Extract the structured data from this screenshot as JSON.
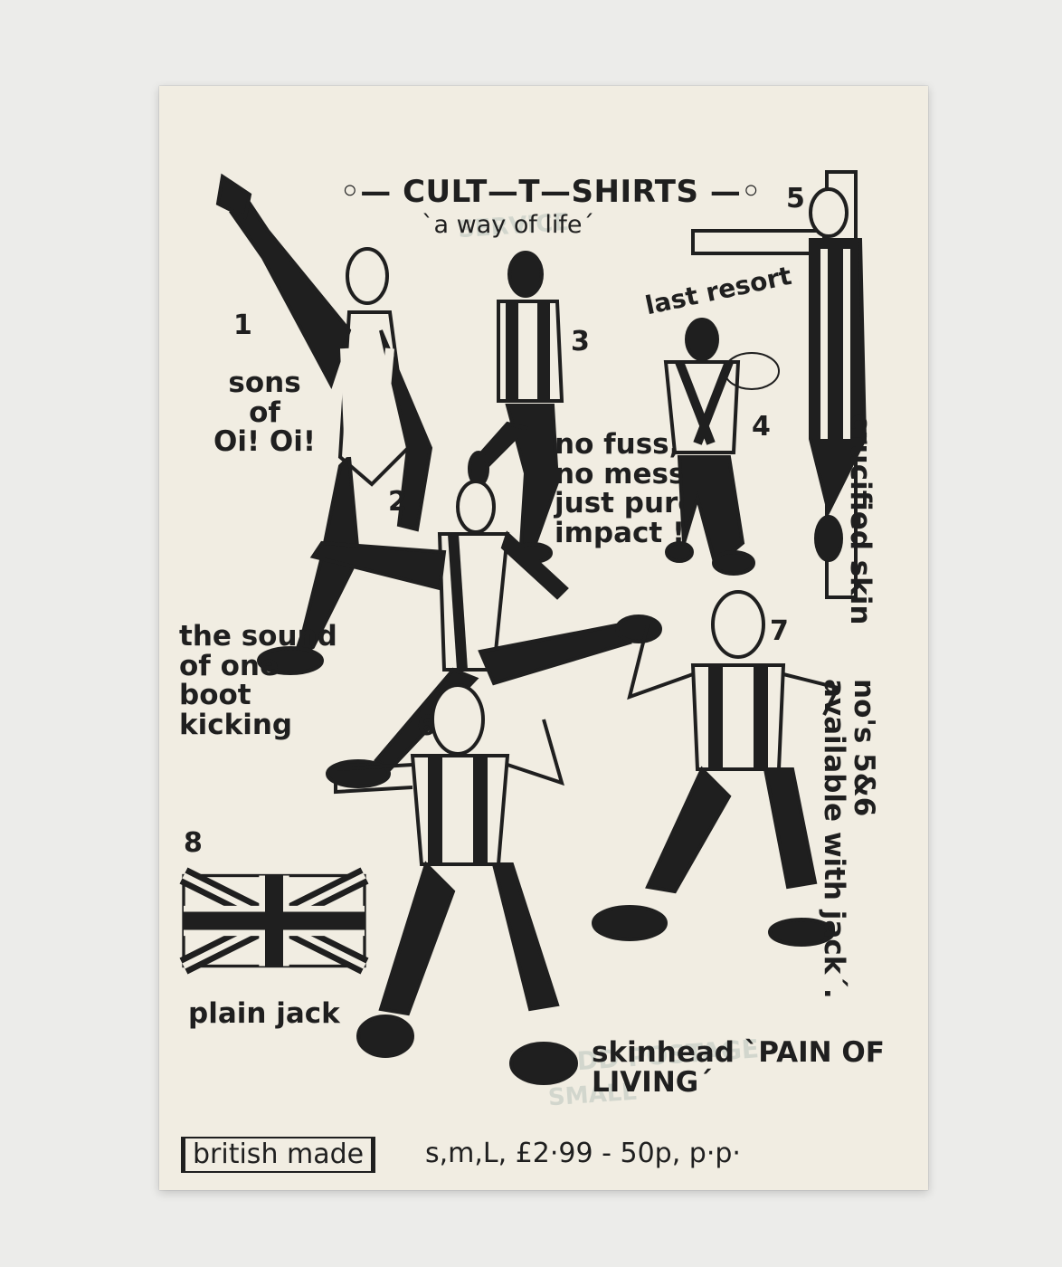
{
  "page": {
    "title": "CULT—T—SHIRTS",
    "subtitle": "`a way of life´"
  },
  "items": [
    {
      "number": "1",
      "caption": "sons\nof\nOi! Oi!"
    },
    {
      "number": "2",
      "caption": "the sound\nof one\nboot\nkicking"
    },
    {
      "number": "3",
      "caption": "no fuss,\nno mess,\njust pure\nimpact !"
    },
    {
      "number": "4",
      "caption": "last resort"
    },
    {
      "number": "5",
      "caption": "crucified skin"
    },
    {
      "number": "6",
      "caption": ""
    },
    {
      "number": "7",
      "caption": "skinhead `PAIN OF\nLIVING´"
    },
    {
      "number": "8",
      "caption": "plain jack"
    }
  ],
  "note": "no's 5&6\navailable with jack´.",
  "footer": {
    "boxed": "british made",
    "details": "s,m,L, £2·99 -  50p, p·p·"
  },
  "colors": {
    "ink": "#1f1f1f",
    "paper": "#f1ede2",
    "background": "#ececea",
    "show_through": "#b9c4bd"
  }
}
